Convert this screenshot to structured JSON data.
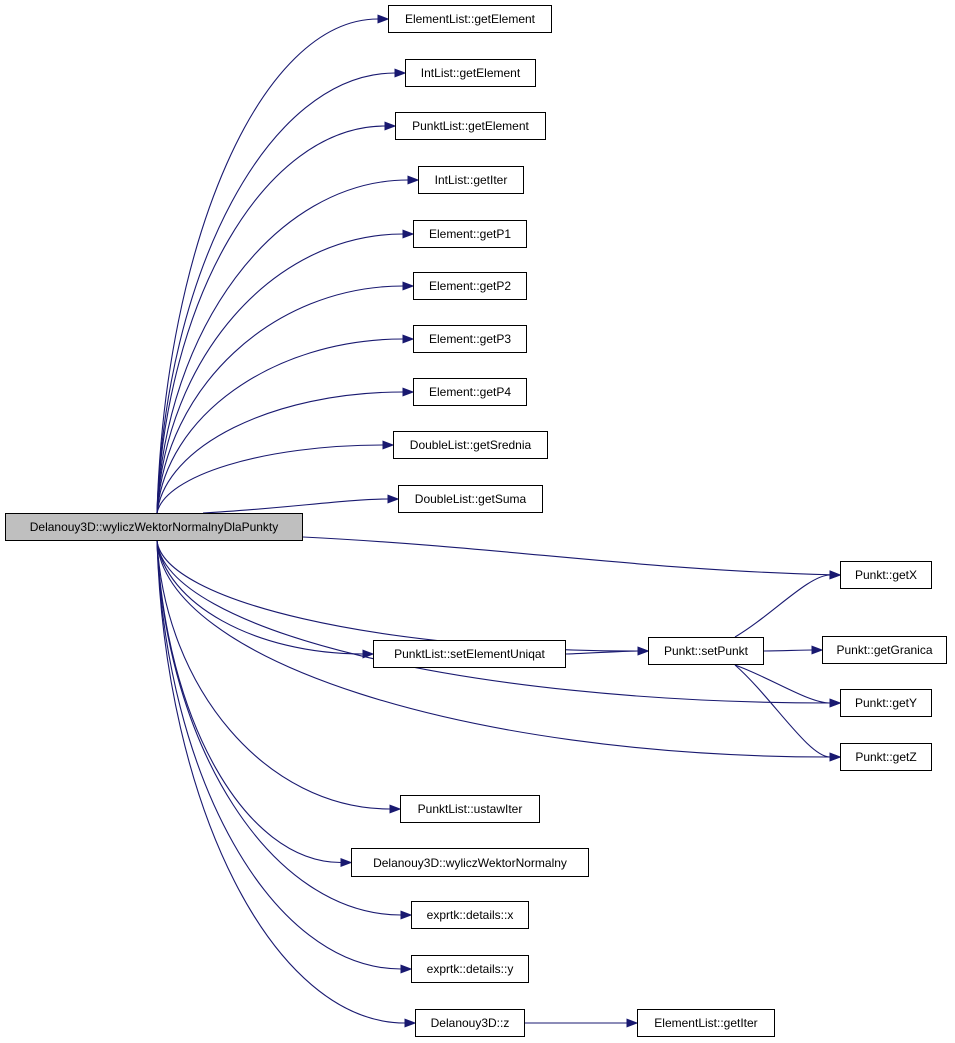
{
  "root": "Delanouy3D::wyliczWektorNormalnyDlaPunkty",
  "nodes": [
    {
      "id": "n1",
      "label": "ElementList::getElement"
    },
    {
      "id": "n2",
      "label": "IntList::getElement"
    },
    {
      "id": "n3",
      "label": "PunktList::getElement"
    },
    {
      "id": "n4",
      "label": "IntList::getIter"
    },
    {
      "id": "n5",
      "label": "Element::getP1"
    },
    {
      "id": "n6",
      "label": "Element::getP2"
    },
    {
      "id": "n7",
      "label": "Element::getP3"
    },
    {
      "id": "n8",
      "label": "Element::getP4"
    },
    {
      "id": "n9",
      "label": "DoubleList::getSrednia"
    },
    {
      "id": "n10",
      "label": "DoubleList::getSuma"
    },
    {
      "id": "n11",
      "label": "Punkt::getX"
    },
    {
      "id": "n12",
      "label": "PunktList::setElementUniqat"
    },
    {
      "id": "n13",
      "label": "Punkt::setPunkt"
    },
    {
      "id": "n14",
      "label": "Punkt::getGranica"
    },
    {
      "id": "n15",
      "label": "Punkt::getY"
    },
    {
      "id": "n16",
      "label": "Punkt::getZ"
    },
    {
      "id": "n17",
      "label": "PunktList::ustawIter"
    },
    {
      "id": "n18",
      "label": "Delanouy3D::wyliczWektorNormalny"
    },
    {
      "id": "n19",
      "label": "exprtk::details::x"
    },
    {
      "id": "n20",
      "label": "exprtk::details::y"
    },
    {
      "id": "n21",
      "label": "Delanouy3D::z"
    },
    {
      "id": "n22",
      "label": "ElementList::getIter"
    }
  ],
  "edges": [
    [
      "root",
      "n1"
    ],
    [
      "root",
      "n2"
    ],
    [
      "root",
      "n3"
    ],
    [
      "root",
      "n4"
    ],
    [
      "root",
      "n5"
    ],
    [
      "root",
      "n6"
    ],
    [
      "root",
      "n7"
    ],
    [
      "root",
      "n8"
    ],
    [
      "root",
      "n9"
    ],
    [
      "root",
      "n10"
    ],
    [
      "root",
      "n11"
    ],
    [
      "root",
      "n12"
    ],
    [
      "root",
      "n13"
    ],
    [
      "root",
      "n15"
    ],
    [
      "root",
      "n16"
    ],
    [
      "root",
      "n17"
    ],
    [
      "root",
      "n18"
    ],
    [
      "root",
      "n19"
    ],
    [
      "root",
      "n20"
    ],
    [
      "root",
      "n21"
    ],
    [
      "n12",
      "n13"
    ],
    [
      "n13",
      "n11"
    ],
    [
      "n13",
      "n14"
    ],
    [
      "n13",
      "n15"
    ],
    [
      "n13",
      "n16"
    ],
    [
      "n21",
      "n22"
    ]
  ],
  "colors": {
    "edge": "#191970",
    "root_fill": "#bfbfbf",
    "node_fill": "#ffffff",
    "border": "#000000"
  }
}
